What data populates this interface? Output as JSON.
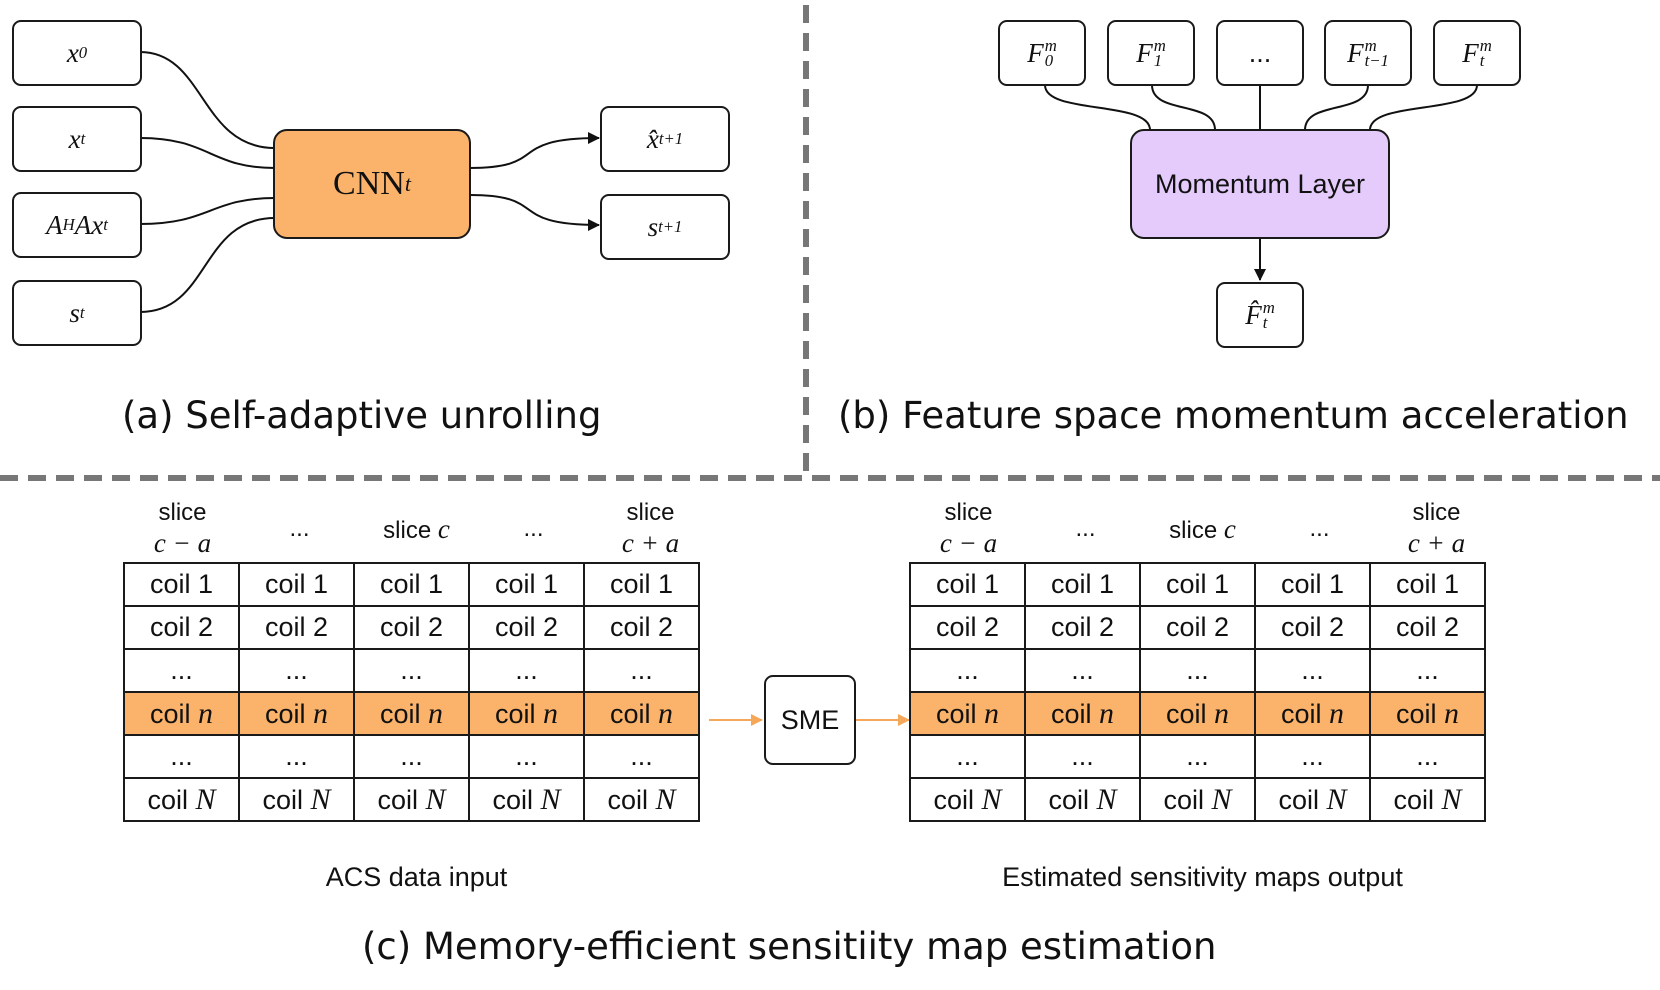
{
  "panel_a": {
    "inputs": [
      {
        "base": "x",
        "sup": "",
        "sub": "0",
        "mid": "",
        "tail": "",
        "tail_sub": ""
      },
      {
        "base": "x",
        "sup": "",
        "sub": "t",
        "mid": "",
        "tail": "",
        "tail_sub": ""
      },
      {
        "base": "A",
        "sup": "H",
        "sub": "",
        "mid": "Ax",
        "tail": "",
        "tail_sub": "t"
      },
      {
        "base": "s",
        "sup": "",
        "sub": "t",
        "mid": "",
        "tail": "",
        "tail_sub": ""
      }
    ],
    "cnn": {
      "label": "CNN",
      "sub": "t"
    },
    "outputs": [
      {
        "base": "x̂",
        "sub": "t+1"
      },
      {
        "base": "s",
        "sub": "t+1"
      }
    ],
    "caption": "(a) Self-adaptive unrolling"
  },
  "panel_b": {
    "features": [
      {
        "base": "F",
        "sup": "m",
        "sub": "0"
      },
      {
        "base": "F",
        "sup": "m",
        "sub": "1"
      },
      {
        "base": "...",
        "sup": "",
        "sub": ""
      },
      {
        "base": "F",
        "sup": "m",
        "sub": "t−1"
      },
      {
        "base": "F",
        "sup": "m",
        "sub": "t"
      }
    ],
    "layer_label": "Momentum Layer",
    "output": {
      "base": "F̂",
      "sup": "m",
      "sub": "t"
    },
    "caption": "(b) Feature space momentum acceleration"
  },
  "panel_c": {
    "headers": [
      {
        "word": "slice",
        "math": "c − a"
      },
      {
        "word": "...",
        "math": ""
      },
      {
        "word": "slice",
        "math": "c"
      },
      {
        "word": "...",
        "math": ""
      },
      {
        "word": "slice",
        "math": "c + a"
      }
    ],
    "rows": [
      {
        "text": "coil 1",
        "var": "",
        "highlight": false
      },
      {
        "text": "coil 2",
        "var": "",
        "highlight": false
      },
      {
        "text": "...",
        "var": "",
        "highlight": false
      },
      {
        "text": "coil ",
        "var": "n",
        "highlight": true
      },
      {
        "text": "...",
        "var": "",
        "highlight": false
      },
      {
        "text": "coil ",
        "var": "N",
        "highlight": false
      }
    ],
    "sme_label": "SME",
    "input_label": "ACS data input",
    "output_label": "Estimated sensitivity maps output",
    "caption": "(c) Memory-efficient sensitiity map estimation"
  },
  "colors": {
    "orange": "#fbb36b",
    "purple": "#e4cbfb",
    "orange_arrow": "#f5a85a",
    "divider": "#777777"
  }
}
